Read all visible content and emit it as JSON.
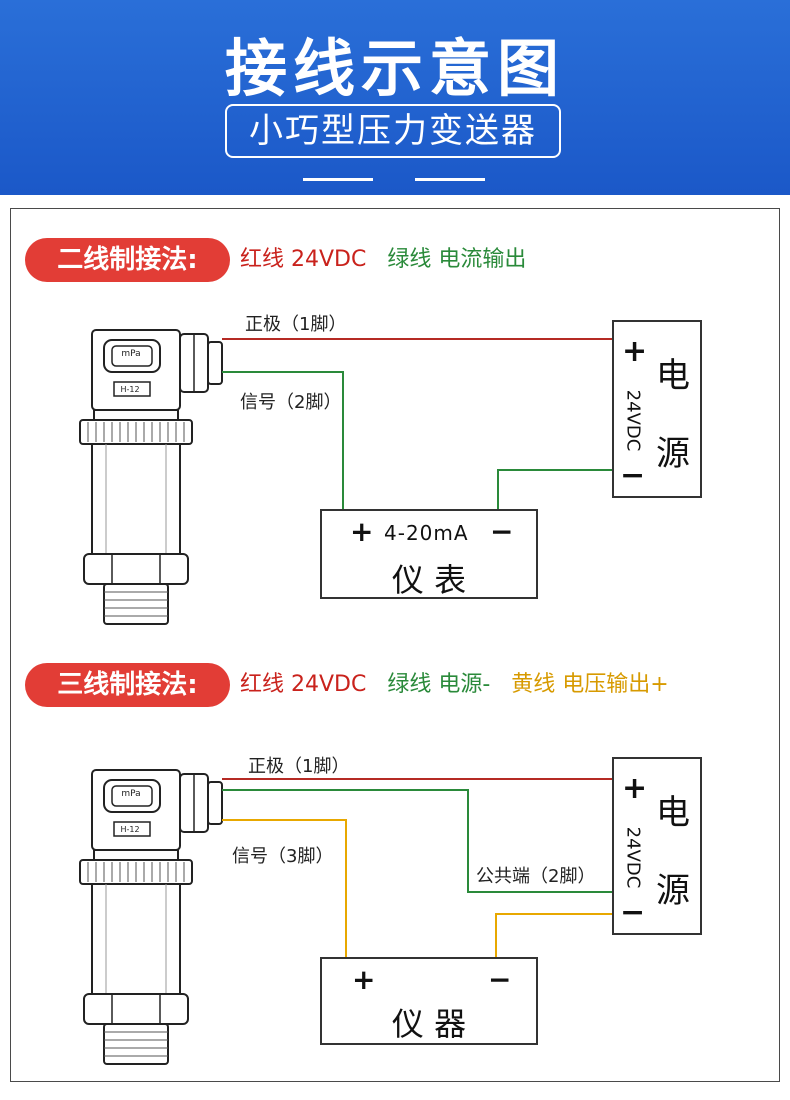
{
  "header": {
    "title": "接线示意图",
    "subtitle": "小巧型压力变送器"
  },
  "colors": {
    "banner": "#1b58c8",
    "pill": "#e23d36",
    "red_wire": "#b52a24",
    "green_wire": "#2a8a3a",
    "yellow_wire": "#e8a800"
  },
  "two_wire": {
    "label": "二线制接法:",
    "legend_red": "红线 24VDC",
    "legend_green": "绿线 电流输出",
    "wire_pos": "正极（1脚）",
    "wire_sig": "信号（2脚）",
    "meter_range": "4-20mA",
    "meter_plus": "+",
    "meter_minus": "−",
    "meter_name": "仪 表",
    "power_plus": "+",
    "power_minus": "−",
    "power_voltage": "24VDC",
    "power_name_1": "电",
    "power_name_2": "源"
  },
  "three_wire": {
    "label": "三线制接法:",
    "legend_red": "红线 24VDC",
    "legend_green": "绿线 电源-",
    "legend_yellow": "黄线 电压输出+",
    "wire_pos": "正极（1脚）",
    "wire_sig": "信号（3脚）",
    "wire_common": "公共端（2脚）",
    "device_plus": "+",
    "device_minus": "−",
    "device_name": "仪 器",
    "power_plus": "+",
    "power_minus": "−",
    "power_voltage": "24VDC",
    "power_name_1": "电",
    "power_name_2": "源"
  },
  "sensor": {
    "display_text": "mPa",
    "model_text": "H-12"
  }
}
